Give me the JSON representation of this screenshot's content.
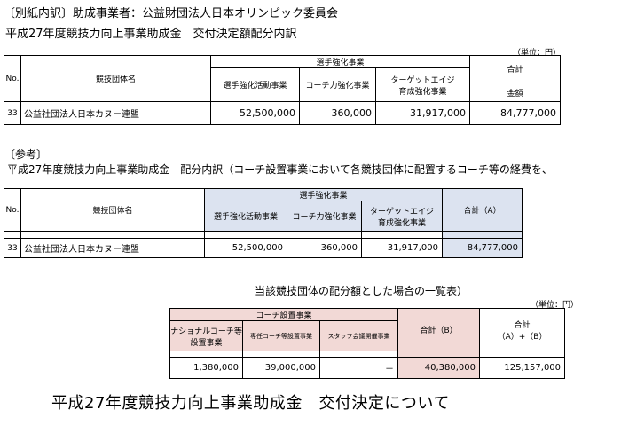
{
  "header": {
    "line1": "〔別紙内訳〕助成事業者：公益財団法人日本オリンピック委員会",
    "line2": "平成27年度競技力向上事業助成金　交付決定額配分内訳"
  },
  "table1": {
    "unit": "（単位：円）",
    "no_label": "No.",
    "org_label": "競技団体名",
    "group_label": "選手強化事業",
    "col1": "選手強化活動事業",
    "col2": "コーチ力強化事業",
    "col3_l1": "ターゲットエイジ",
    "col3_l2": "育成強化事業",
    "total_label": "合計",
    "amount_label": "金額",
    "row": {
      "no": "33",
      "org": "公益社団法人日本カヌー連盟",
      "v1": "52,500,000",
      "v2": "360,000",
      "v3": "31,917,000",
      "total": "84,777,000"
    }
  },
  "ref": {
    "heading": "〔参考〕",
    "desc": "平成27年度競技力向上事業助成金　配分内訳（コーチ設置事業において各競技団体に配置するコーチ等の経費を、"
  },
  "table2": {
    "no_label": "No.",
    "org_label": "競技団体名",
    "group_label": "選手強化事業",
    "col1": "選手強化活動事業",
    "col2": "コーチ力強化事業",
    "col3_l1": "ターゲットエイジ",
    "col3_l2": "育成強化事業",
    "total_label": "合計（A）",
    "row": {
      "no": "33",
      "org": "公益社団法人日本カヌー連盟",
      "v1": "52,500,000",
      "v2": "360,000",
      "v3": "31,917,000",
      "total": "84,777,000"
    }
  },
  "table3": {
    "caption": "当該競技団体の配分額とした場合の一覧表）",
    "unit": "（単位：円）",
    "group_label": "コーチ設置事業",
    "col1_l1": "ナショナルコーチ等",
    "col1_l2": "設置事業",
    "col2": "専任コーチ等設置事業",
    "col3": "スタッフ会議開催事業",
    "total_b_label": "合計（B）",
    "total_ab_l1": "合計",
    "total_ab_l2": "（A）+（B）",
    "row": {
      "v1": "1,380,000",
      "v2": "39,000,000",
      "v3": "－",
      "total_b": "40,380,000",
      "total_ab": "125,157,000"
    }
  },
  "footer": {
    "title": "平成27年度競技力向上事業助成金　交付決定について"
  }
}
